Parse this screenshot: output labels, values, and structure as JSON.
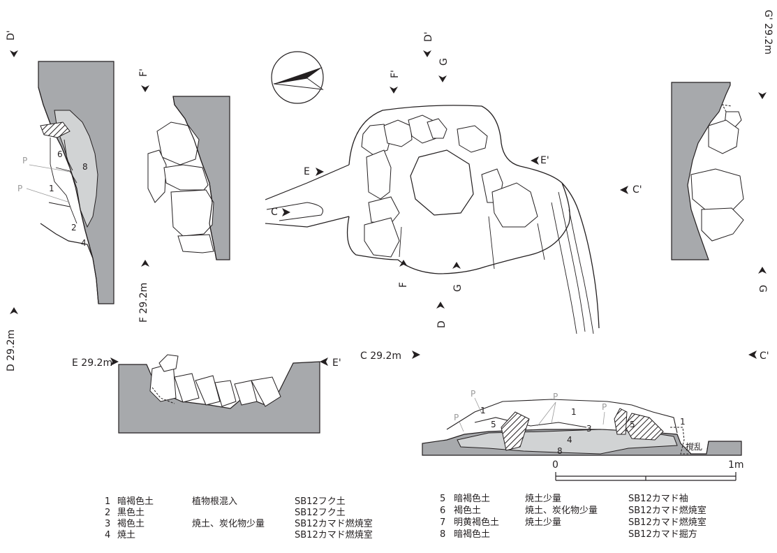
{
  "sections": {
    "d_top": "D'",
    "d_bottom": "D 29.2m",
    "f_top": "F'",
    "f_bottom": "F 29.2m",
    "g_top": "G' 29.2m",
    "g_bottom": "G",
    "e_left": "E 29.2m",
    "e_right": "E'",
    "c_left": "C 29.2m",
    "c_right": "C'"
  },
  "plan": {
    "d_top": "D'",
    "d_bottom": "D",
    "f_top": "F'",
    "f_bottom": "F",
    "g_top": "G",
    "g_bottom": "G",
    "e_left": "E",
    "e_right": "E'",
    "c_left": "C",
    "c_right": "C'"
  },
  "layer_numbers": {
    "d": [
      "6",
      "8",
      "1",
      "2",
      "4"
    ],
    "c": [
      "1",
      "5",
      "3",
      "4",
      "8",
      "5",
      "1"
    ],
    "p": "P",
    "disturbed": "撹乱"
  },
  "scale": {
    "start": "0",
    "end": "1m"
  },
  "legend": [
    {
      "num": "1",
      "name": "暗褐色土",
      "note": "植物根混入",
      "feature": "SB12フク土"
    },
    {
      "num": "2",
      "name": "黒色土",
      "note": "",
      "feature": "SB12フク土"
    },
    {
      "num": "3",
      "name": "褐色土",
      "note": "焼土、炭化物少量",
      "feature": "SB12カマド燃焼室"
    },
    {
      "num": "4",
      "name": "焼土",
      "note": "",
      "feature": "SB12カマド燃焼室"
    },
    {
      "num": "5",
      "name": "暗褐色土",
      "note": "焼土少量",
      "feature": "SB12カマド袖"
    },
    {
      "num": "6",
      "name": "褐色土",
      "note": "焼土、炭化物少量",
      "feature": "SB12カマド燃焼室"
    },
    {
      "num": "7",
      "name": "明黄褐色土",
      "note": "焼土少量",
      "feature": "SB12カマド燃焼室"
    },
    {
      "num": "8",
      "name": "暗褐色土",
      "note": "",
      "feature": "SB12カマド掘方"
    }
  ],
  "colors": {
    "soil": "#a7a9ac",
    "fill": "#d1d3d4",
    "ink": "#231f20"
  }
}
